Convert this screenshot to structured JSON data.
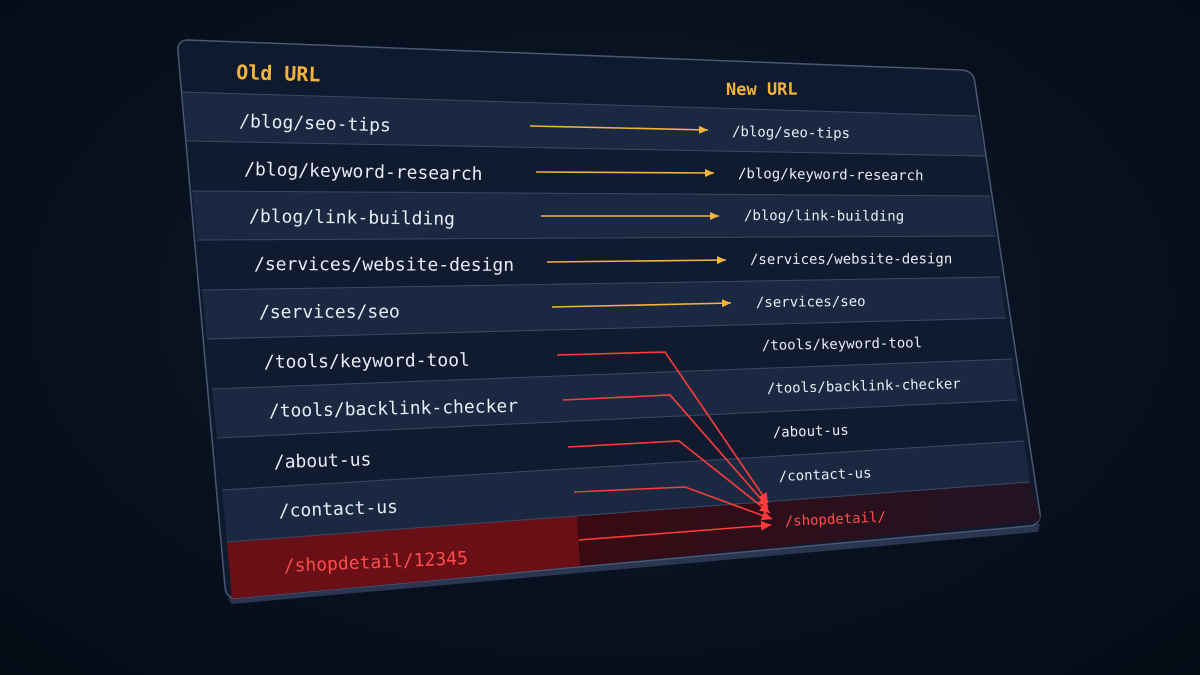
{
  "headers": {
    "old": "Old URL",
    "new": "New URL"
  },
  "rows": [
    {
      "old": "/blog/seo-tips",
      "new": "/blog/seo-tips",
      "status": "ok"
    },
    {
      "old": "/blog/keyword-research",
      "new": "/blog/keyword-research",
      "status": "ok"
    },
    {
      "old": "/blog/link-building",
      "new": "/blog/link-building",
      "status": "ok"
    },
    {
      "old": "/services/website-design",
      "new": "/services/website-design",
      "status": "ok"
    },
    {
      "old": "/services/seo",
      "new": "/services/seo",
      "status": "ok"
    },
    {
      "old": "/tools/keyword-tool",
      "new": "/tools/keyword-tool",
      "status": "broken"
    },
    {
      "old": "/tools/backlink-checker",
      "new": "/tools/backlink-checker",
      "status": "broken"
    },
    {
      "old": "/about-us",
      "new": "/about-us",
      "status": "broken"
    },
    {
      "old": "/contact-us",
      "new": "/contact-us",
      "status": "broken"
    },
    {
      "old": "/shopdetail/12345",
      "new": "/shopdetail/",
      "status": "target"
    }
  ],
  "colors": {
    "ok_arrow": "#f4b43a",
    "broken_arrow": "#ff3b3b",
    "highlight": "#6a0f15",
    "header": "#f4b43a"
  }
}
